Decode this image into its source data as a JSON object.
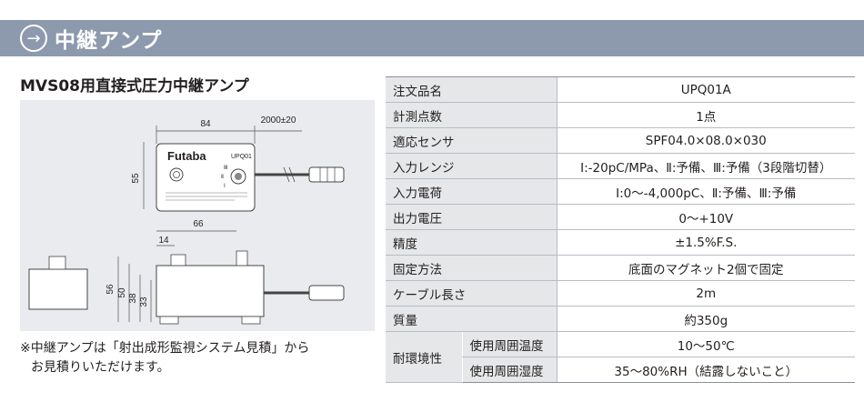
{
  "header": {
    "icon": "arrow-right-circle-icon",
    "arrow": "→",
    "title": "中継アンプ"
  },
  "subtitle": "MVS08用直接式圧力中継アンプ",
  "diagram": {
    "dim_width": "84",
    "dim_cable": "2000±20",
    "dim_height": "55",
    "dim_base": "66",
    "dim_offset": "14",
    "dim_h56": "56",
    "dim_h50": "50",
    "dim_h38": "38",
    "dim_h33": "33",
    "brand": "Futaba",
    "model": "UPQ01",
    "switch_labels": [
      "Ⅲ",
      "Ⅱ",
      "Ⅰ"
    ]
  },
  "note": {
    "line1": "※中継アンプは「射出成形監視システム見積」から",
    "line2": "お見積りいただけます。"
  },
  "spec": {
    "rows": [
      {
        "label": "注文品名",
        "value": "UPQ01A"
      },
      {
        "label": "計測点数",
        "value": "1点"
      },
      {
        "label": "適応センサ",
        "value": "SPF04.0×08.0×030"
      },
      {
        "label": "入力レンジ",
        "value": "Ⅰ:-20pC/MPa、Ⅱ:予備、Ⅲ:予備（3段階切替）"
      },
      {
        "label": "入力電荷",
        "value": "Ⅰ:0〜-4,000pC、Ⅱ:予備、Ⅲ:予備"
      },
      {
        "label": "出力電圧",
        "value": "0〜+10V"
      },
      {
        "label": "精度",
        "value": "±1.5%F.S."
      },
      {
        "label": "固定方法",
        "value": "底面のマグネット2個で固定"
      },
      {
        "label": "ケーブル長さ",
        "value": "2m"
      },
      {
        "label": "質量",
        "value": "約350g"
      }
    ],
    "env_group": "耐環境性",
    "env_rows": [
      {
        "label": "使用周囲温度",
        "value": "10〜50℃"
      },
      {
        "label": "使用周囲湿度",
        "value": "35〜80%RH（結露しないこと）"
      }
    ]
  }
}
